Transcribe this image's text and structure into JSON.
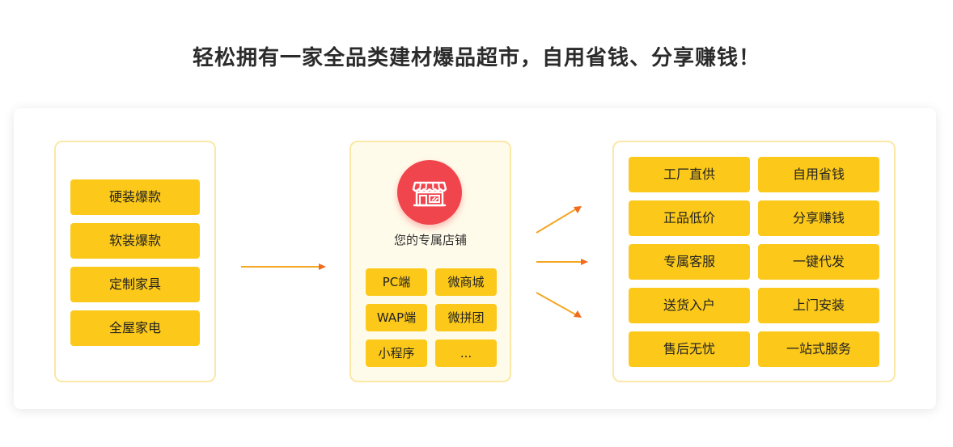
{
  "headline": "轻松拥有一家全品类建材爆品超市，自用省钱、分享赚钱！",
  "left_panel": {
    "items": [
      "硬装爆款",
      "软装爆款",
      "定制家具",
      "全屋家电"
    ]
  },
  "middle_panel": {
    "store_icon": "store-icon",
    "title": "您的专属店铺",
    "channels": [
      "PC端",
      "微商城",
      "WAP端",
      "微拼团",
      "小程序",
      "..."
    ]
  },
  "right_panel": {
    "benefits": [
      "工厂直供",
      "自用省钱",
      "正品低价",
      "分享赚钱",
      "专属客服",
      "一键代发",
      "送货入户",
      "上门安装",
      "售后无忧",
      "一站式服务"
    ]
  },
  "colors": {
    "accent_yellow": "#fcc91a",
    "panel_border": "#fbe8a6",
    "arrow_orange": "#f5a623",
    "arrow_head": "#f26b1d",
    "store_red": "#f1454d"
  }
}
